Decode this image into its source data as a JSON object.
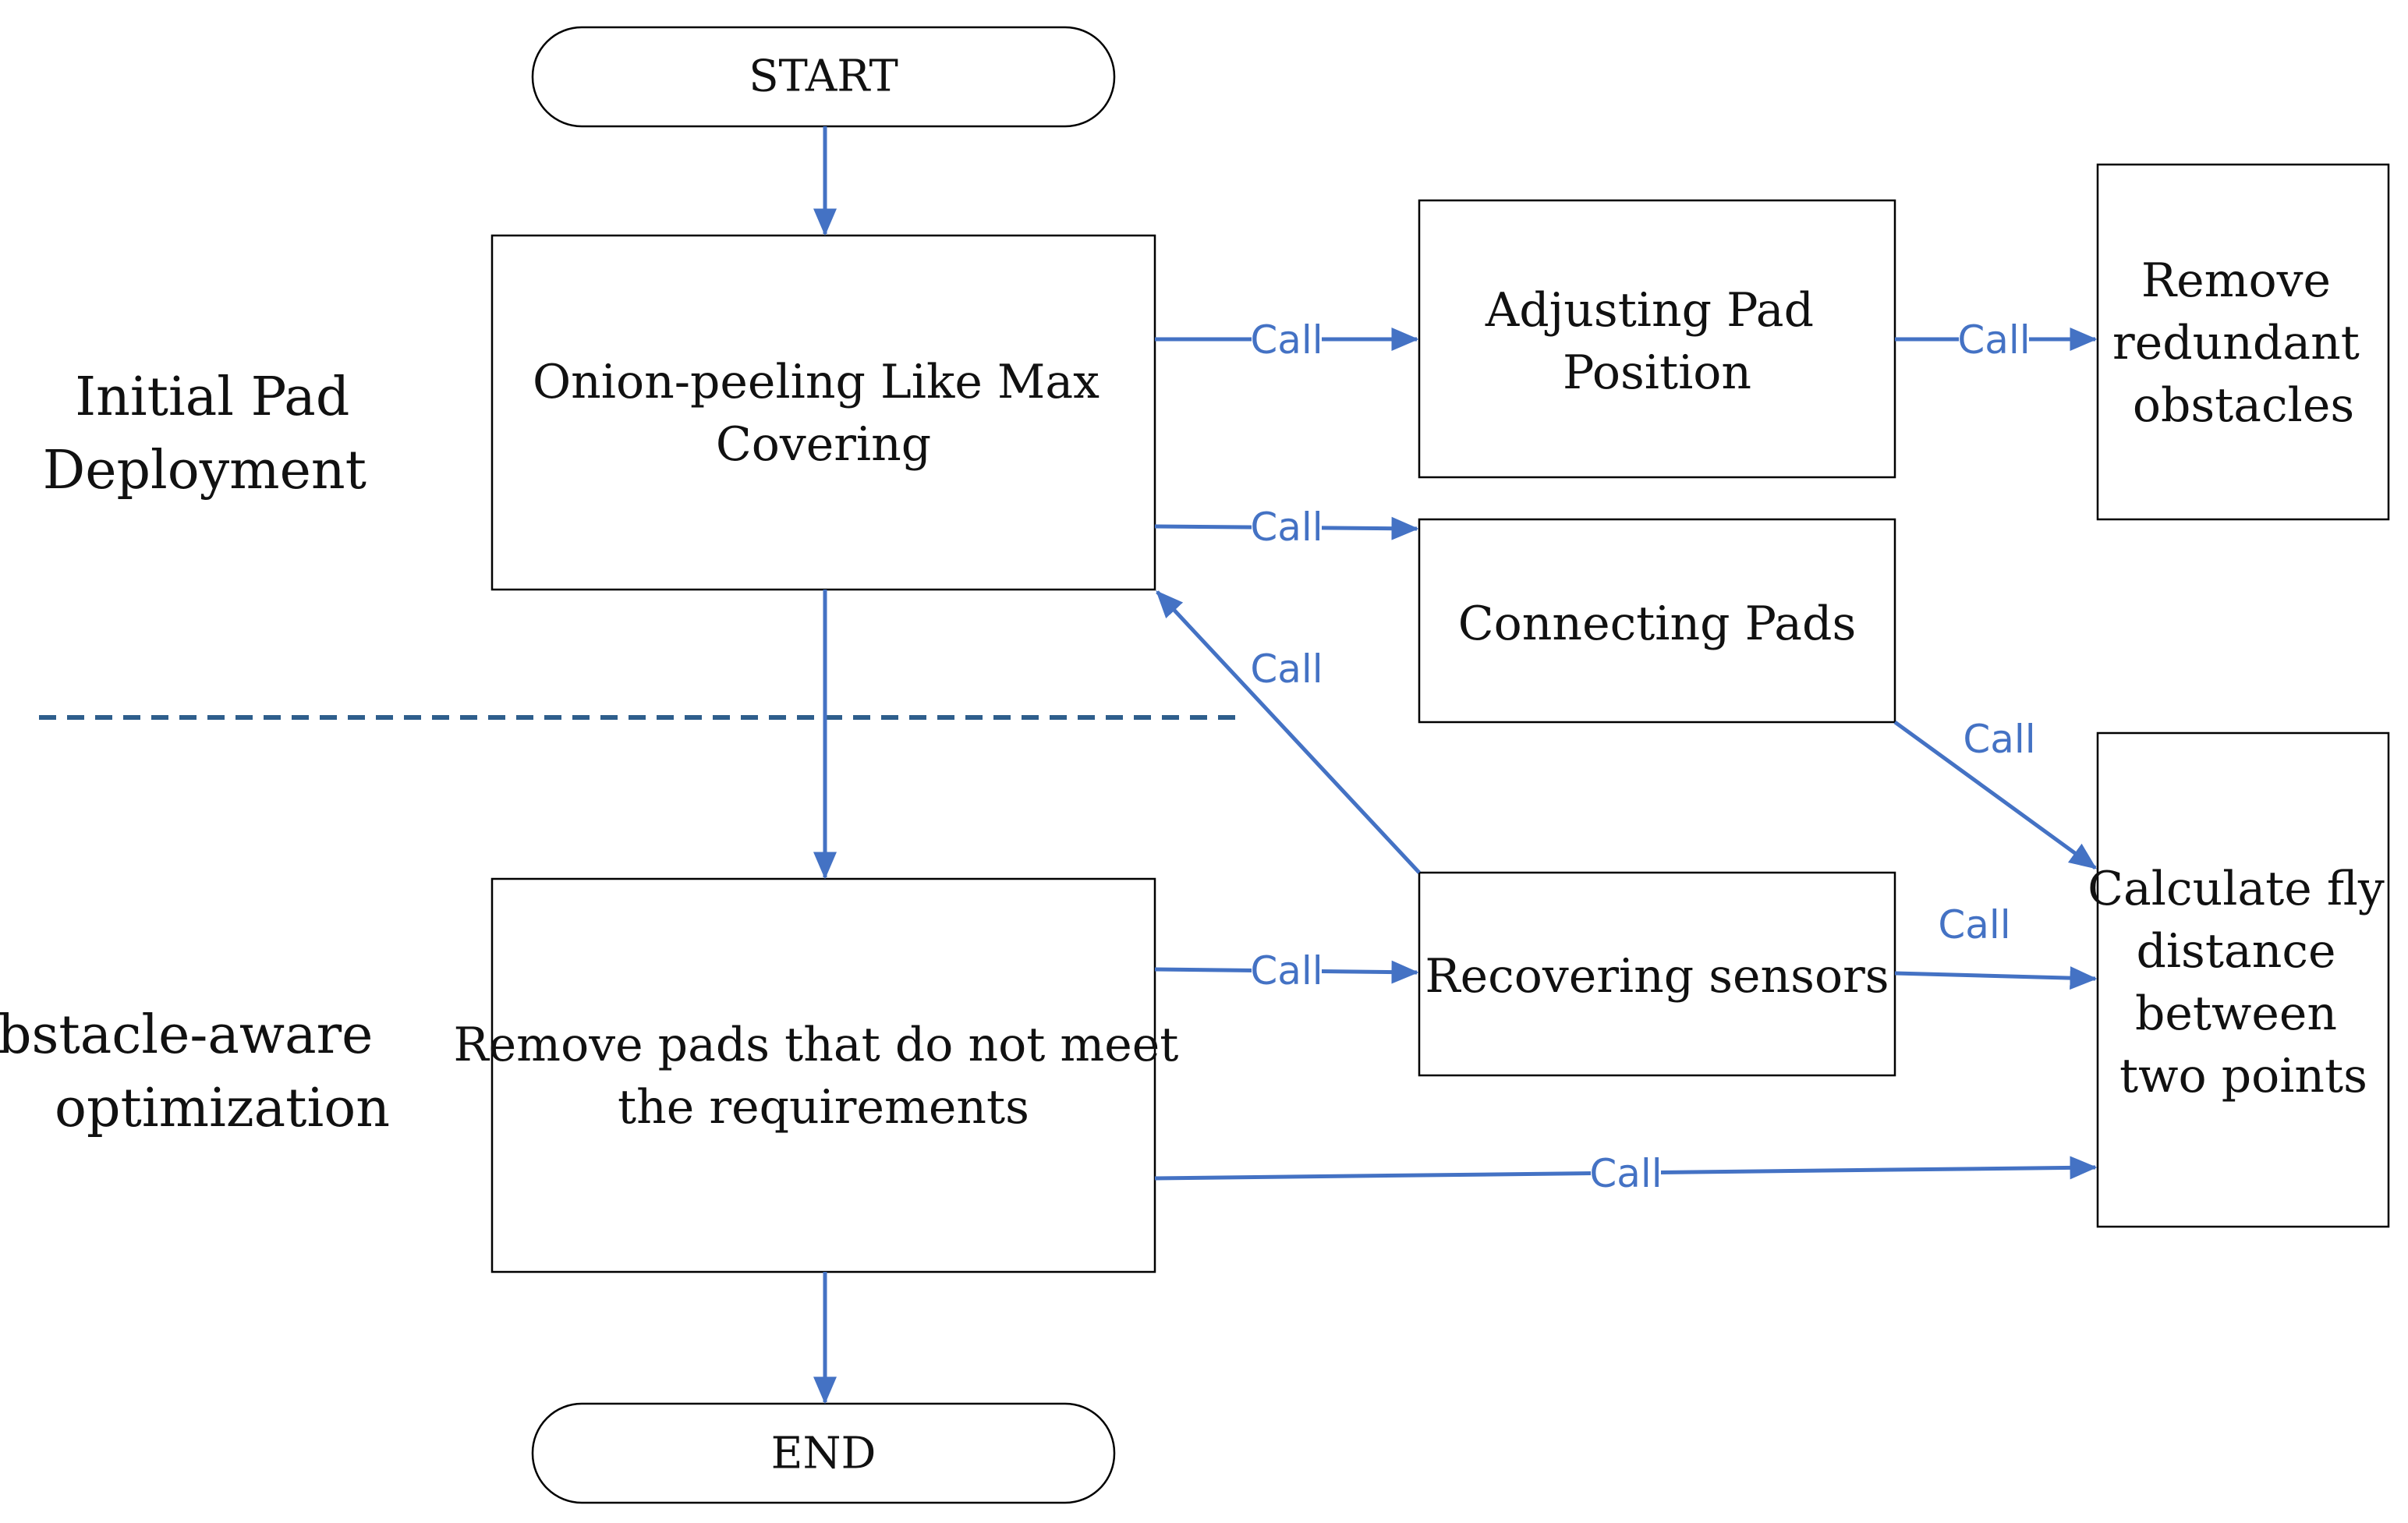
{
  "colors": {
    "arrow": "#4472C4",
    "divider": "#2E5E8C",
    "box_stroke": "#000000",
    "text": "#111111"
  },
  "nodes": {
    "start": "START",
    "end": "END",
    "onion_peeling": [
      "Onion-peeling Like Max",
      "Covering"
    ],
    "adjusting_pad": [
      "Adjusting Pad",
      "Position"
    ],
    "remove_obstacles": [
      "Remove",
      "redundant",
      "obstacles"
    ],
    "connecting_pads": [
      "Connecting Pads"
    ],
    "recovering_sensors": [
      "Recovering sensors"
    ],
    "calculate_distance": [
      "Calculate fly",
      "distance",
      "between",
      "two points"
    ],
    "remove_pads": [
      "Remove pads that do not meet",
      "the requirements"
    ]
  },
  "phases": {
    "initial": [
      "Initial Pad",
      "Deployment"
    ],
    "obstacle": [
      "Obstacle-aware",
      "optimization"
    ]
  },
  "edge_label": "Call"
}
